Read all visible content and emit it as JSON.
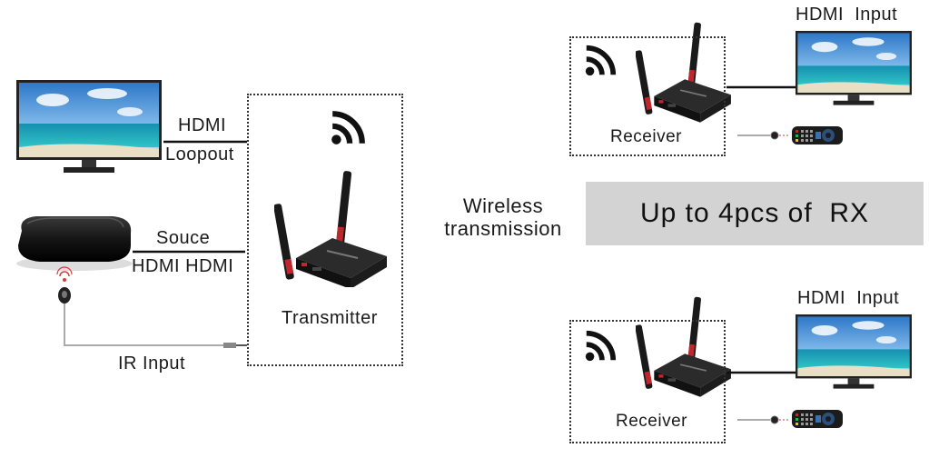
{
  "labels": {
    "hdmi_top": "HDMI",
    "loopout": "Loopout",
    "souce": "Souce",
    "hdmi_hdmi": "HDMI HDMI",
    "ir_input": "IR Input",
    "transmitter": "Transmitter",
    "receiver_top": "Receiver",
    "receiver_bottom": "Receiver",
    "hdmi_input_top": "HDMI  Input",
    "hdmi_input_bottom": "HDMI  Input",
    "wireless_line1": "Wireless",
    "wireless_line2": "transmission",
    "banner": "Up to 4pcs of  RX"
  },
  "icons": {
    "tv": "tv-icon",
    "settop_box": "set-top-box-icon",
    "ir_sensor": "ir-sensor-icon",
    "wifi": "wifi-icon",
    "device": "transmitter-device-icon",
    "remote": "remote-control-icon"
  },
  "colors": {
    "banner_bg": "#d3d3d3",
    "device_body": "#1c1c1c",
    "antenna_accent": "#c0262c",
    "screen_sky": "#3f8fd6",
    "screen_sea": "#1fa6b8",
    "sand": "#e9dfc4"
  }
}
